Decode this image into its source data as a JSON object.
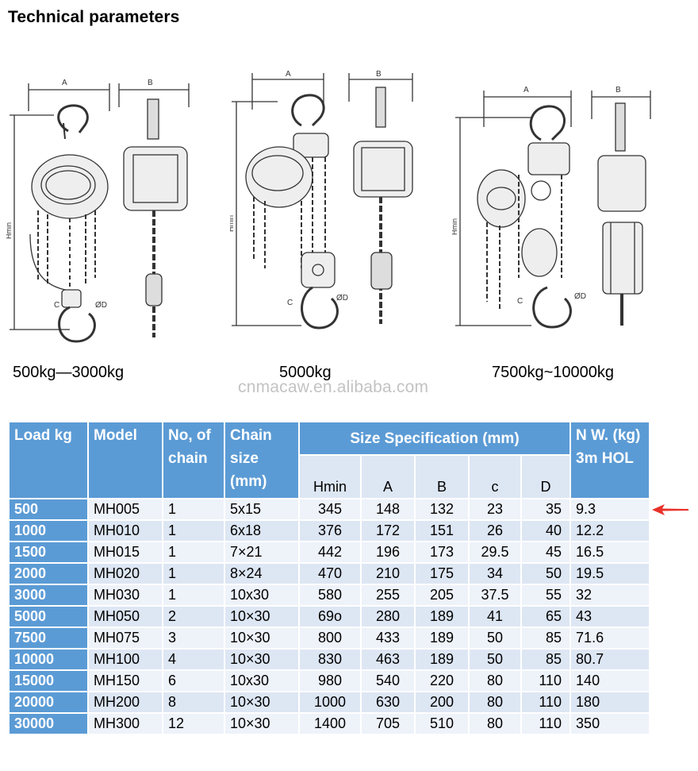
{
  "heading": "Technical parameters",
  "captions": [
    "500kg—3000kg",
    "5000kg",
    "7500kg~10000kg"
  ],
  "watermark": "cnmacaw.en.alibaba.com",
  "diagram_labels": {
    "a": "A",
    "b": "B",
    "hmin": "Hmin",
    "c": "C",
    "d": "ØD"
  },
  "table": {
    "headers": {
      "load": "Load kg",
      "model": "Model",
      "chain_count": "No, of chain",
      "chain_size": "Chain size (mm)",
      "size_group": "Size Specification (mm)",
      "nw": "N W. (kg) 3m HOL"
    },
    "subheaders": [
      "Hmin",
      "A",
      "B",
      "c",
      "D"
    ],
    "rows": [
      {
        "load": "500",
        "model": "MH005",
        "chains": "1",
        "size": "5x15",
        "hmin": "345",
        "a": "148",
        "b": "132",
        "c": "23",
        "d": "35",
        "nw": "9.3"
      },
      {
        "load": "1000",
        "model": "MH010",
        "chains": "1",
        "size": "6x18",
        "hmin": "376",
        "a": "172",
        "b": "151",
        "c": "26",
        "d": "40",
        "nw": "12.2"
      },
      {
        "load": "1500",
        "model": "MH015",
        "chains": "1",
        "size": "7×21",
        "hmin": "442",
        "a": "196",
        "b": "173",
        "c": "29.5",
        "d": "45",
        "nw": "16.5"
      },
      {
        "load": "2000",
        "model": "MH020",
        "chains": "1",
        "size": "8×24",
        "hmin": "470",
        "a": "210",
        "b": "175",
        "c": "34",
        "d": "50",
        "nw": "19.5"
      },
      {
        "load": "3000",
        "model": "MH030",
        "chains": "1",
        "size": "10x30",
        "hmin": "580",
        "a": "255",
        "b": "205",
        "c": "37.5",
        "d": "55",
        "nw": "32"
      },
      {
        "load": "5000",
        "model": "MH050",
        "chains": "2",
        "size": "10×30",
        "hmin": "69o",
        "a": "280",
        "b": "189",
        "c": "41",
        "d": "65",
        "nw": "43"
      },
      {
        "load": "7500",
        "model": "MH075",
        "chains": "3",
        "size": "10×30",
        "hmin": "800",
        "a": "433",
        "b": "189",
        "c": "50",
        "d": "85",
        "nw": "71.6"
      },
      {
        "load": "10000",
        "model": "MH100",
        "chains": "4",
        "size": "10×30",
        "hmin": "830",
        "a": "463",
        "b": "189",
        "c": "50",
        "d": "85",
        "nw": "80.7"
      },
      {
        "load": "15000",
        "model": "MH150",
        "chains": "6",
        "size": "10x30",
        "hmin": "980",
        "a": "540",
        "b": "220",
        "c": "80",
        "d": "110",
        "nw": "140"
      },
      {
        "load": "20000",
        "model": "MH200",
        "chains": "8",
        "size": "10×30",
        "hmin": "1000",
        "a": "630",
        "b": "200",
        "c": "80",
        "d": "110",
        "nw": "180"
      },
      {
        "load": "30000",
        "model": "MH300",
        "chains": "12",
        "size": "10×30",
        "hmin": "1400",
        "a": "705",
        "b": "510",
        "c": "80",
        "d": "110",
        "nw": "350"
      }
    ]
  },
  "colors": {
    "header_blue": "#5b9bd5",
    "row_light": "#eef2f9",
    "row_dark": "#dde6f3",
    "arrow_red": "#e8312a"
  }
}
